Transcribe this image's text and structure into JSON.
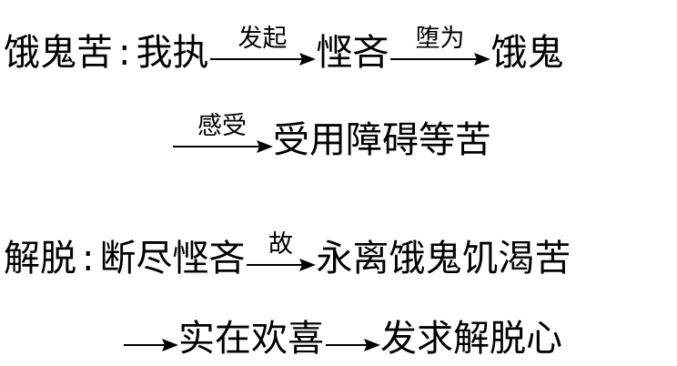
{
  "block1": {
    "label": "饿鬼苦",
    "colon": ":",
    "start": "我执",
    "arrow1": "发起",
    "mid": "悭吝",
    "arrow2": "堕为",
    "end": "饿鬼",
    "arrow3": "感受",
    "result": "受用障碍等苦"
  },
  "block2": {
    "label": "解脱",
    "colon": ":",
    "start": "断尽悭吝",
    "arrow1": "故",
    "mid": "永离饿鬼饥渴苦",
    "end1": "实在欢喜",
    "end2": "发求解脱心"
  },
  "colors": {
    "text": "#000000",
    "background": "#ffffff"
  }
}
